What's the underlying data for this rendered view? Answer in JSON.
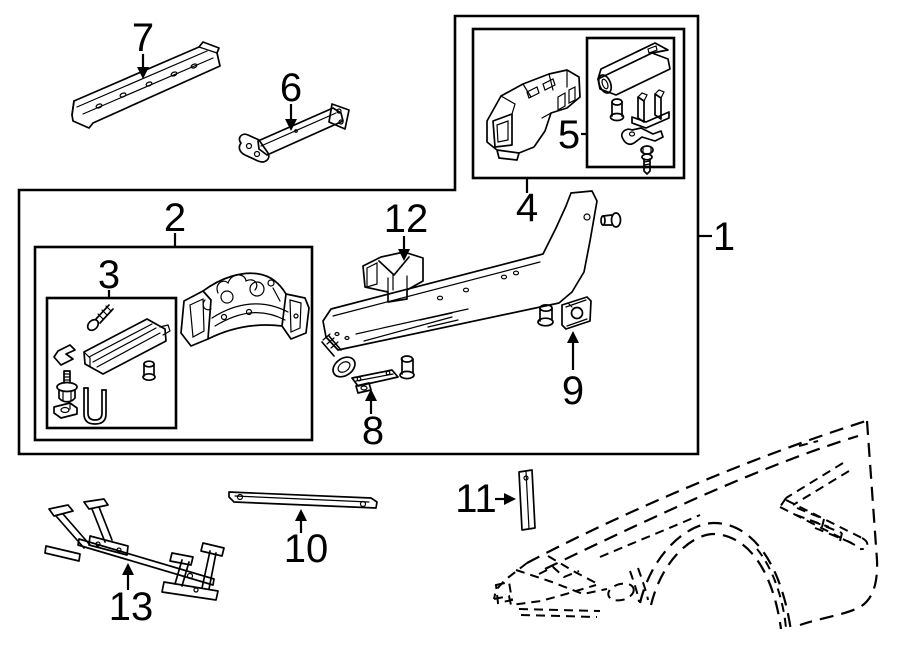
{
  "diagram": {
    "colors": {
      "background": "#ffffff",
      "line": "#000000"
    },
    "callouts": [
      {
        "num": "1"
      },
      {
        "num": "2"
      },
      {
        "num": "3"
      },
      {
        "num": "4"
      },
      {
        "num": "5"
      },
      {
        "num": "6"
      },
      {
        "num": "7"
      },
      {
        "num": "8"
      },
      {
        "num": "9"
      },
      {
        "num": "10"
      },
      {
        "num": "11"
      },
      {
        "num": "12"
      },
      {
        "num": "13"
      }
    ]
  }
}
